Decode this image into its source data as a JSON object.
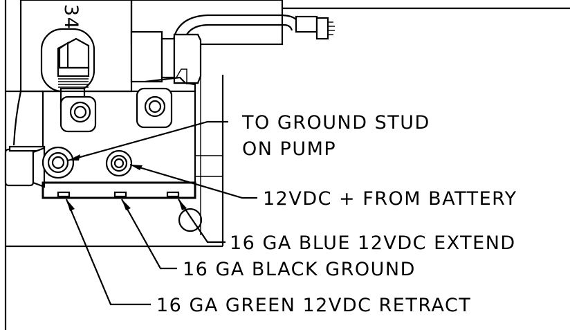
{
  "diagram": {
    "part_number_fragment": "34",
    "labels": {
      "ground_stud_line1": "TO GROUND STUD",
      "ground_stud_line2": "ON PUMP",
      "battery_positive": "12VDC + FROM BATTERY",
      "blue_extend": "16 GA BLUE 12VDC EXTEND",
      "black_ground": "16 GA BLACK GROUND",
      "green_retract": "16 GA GREEN 12VDC RETRACT"
    },
    "colors": {
      "ink": "#000000",
      "paper": "#ffffff"
    }
  }
}
